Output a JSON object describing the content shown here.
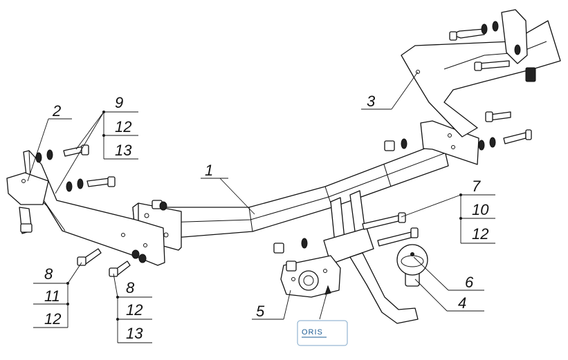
{
  "callouts": {
    "c1": "1",
    "c2": "2",
    "c3": "3",
    "c4": "4",
    "c5": "5",
    "c6": "6",
    "group_top_left": [
      "9",
      "12",
      "13"
    ],
    "group_right": [
      "7",
      "10",
      "12"
    ],
    "group_bottom_left": [
      "8",
      "11",
      "12"
    ],
    "group_bottom_mid": [
      "8",
      "12",
      "13"
    ]
  },
  "logo": {
    "text": "ORIS",
    "color": "#1e5d95"
  }
}
